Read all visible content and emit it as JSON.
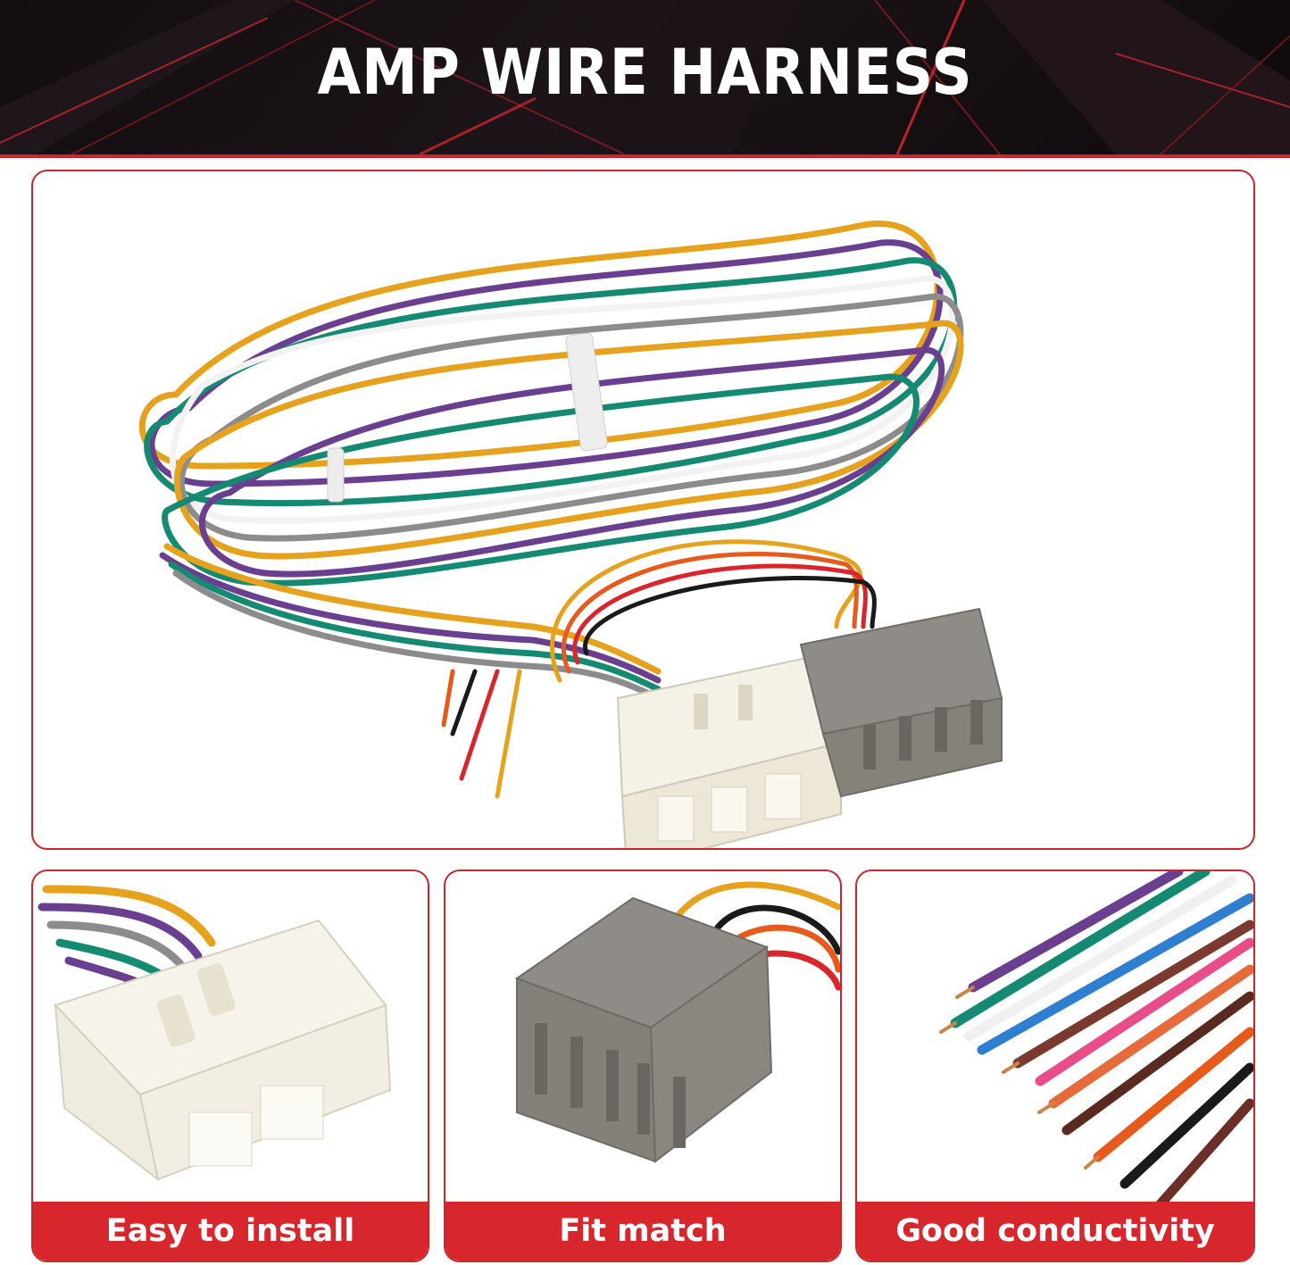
{
  "title": "AMP WIRE HARNESS",
  "colors": {
    "accent": "#c8262c",
    "caption_bg": "#d7262c",
    "banner_bg": "#150f12",
    "text_on_accent": "#ffffff"
  },
  "photos": {
    "main": "wire-harness-bundle-with-white-and-gray-connectors",
    "features": [
      {
        "photo": "white-connector-closeup",
        "caption": "Easy to install"
      },
      {
        "photo": "gray-connector-closeup",
        "caption": "Fit match"
      },
      {
        "photo": "stripped-wire-ends-closeup",
        "caption": "Good conductivity"
      }
    ]
  }
}
